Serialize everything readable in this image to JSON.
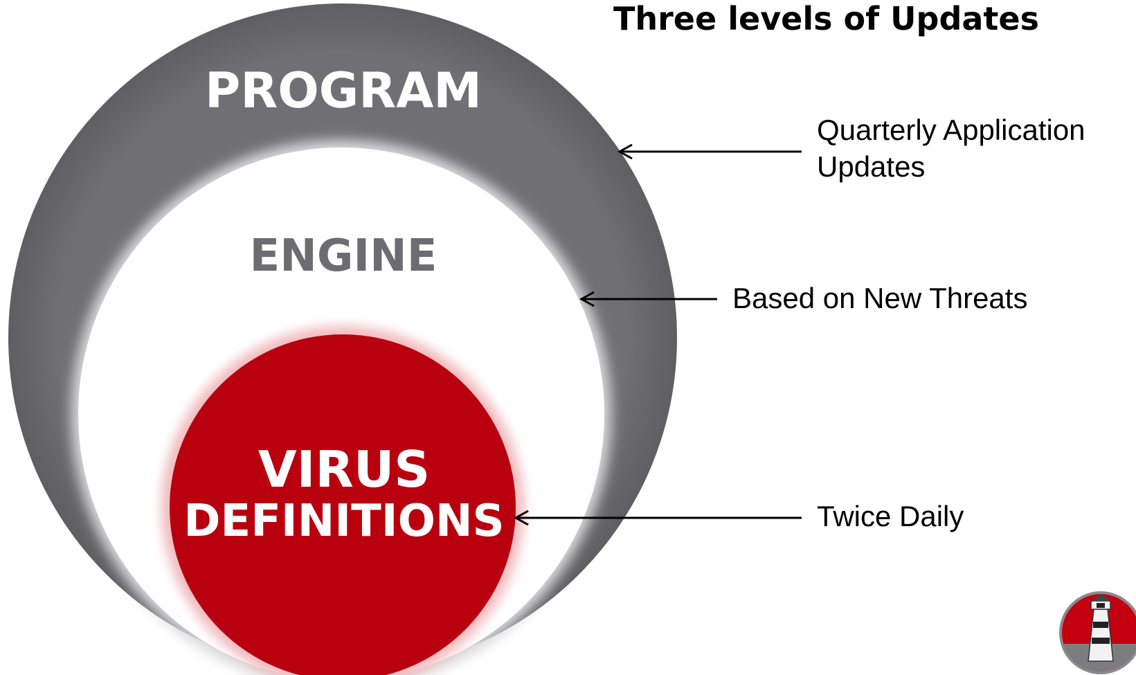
{
  "title": "Three levels of Updates",
  "rings": {
    "program": {
      "label": "PROGRAM",
      "color": "#6d6c70"
    },
    "engine": {
      "label": "ENGINE",
      "color": "#6d6c70"
    },
    "virus_line1": "VIRUS",
    "virus_line2": "DEFINITIONS",
    "virus_color": "#b8000f"
  },
  "callouts": {
    "program_line1": "Quarterly Application",
    "program_line2": "Updates",
    "engine": "Based on New Threats",
    "virus": "Twice Daily"
  },
  "logo": {
    "icon": "lighthouse-icon"
  }
}
